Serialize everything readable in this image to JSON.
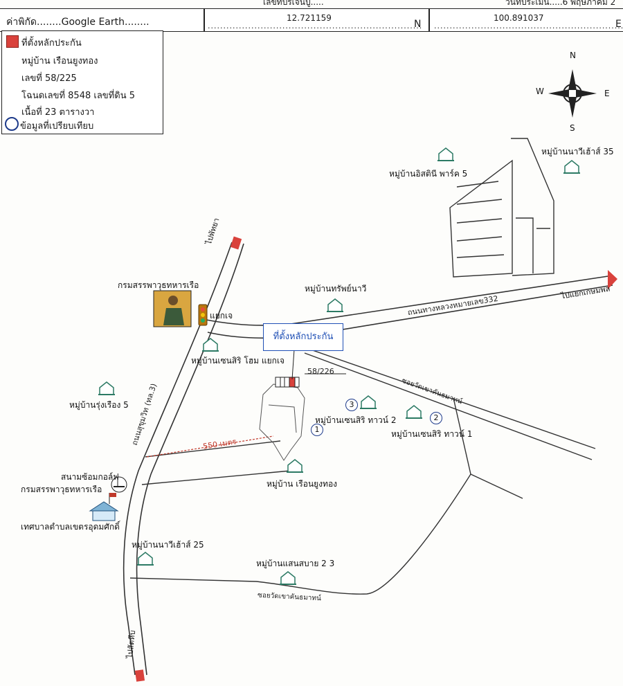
{
  "header": {
    "top_left_cut": "",
    "top_center_cut": "เลขที่ปรีเจ้นปู.....",
    "top_right_cut": "วันที่ประเมิน.....6 พฤษภาคม 2",
    "coord_label": "ค่าพิกัด........Google Earth........",
    "lat_value": "12.721159",
    "lat_suffix": "N",
    "lon_value": "100.891037",
    "lon_suffix": "E"
  },
  "legend": {
    "collateral_label": "ที่ตั้งหลักประกัน",
    "village": "หมู่บ้าน เรือนยูงทอง",
    "house_no": "เลขที่ 58/225",
    "deed": "โฉนดเลขที่ 8548 เลขที่ดิน 5",
    "area": "เนื้อที่ 23 ตารางวา",
    "comparison_label": "ข้อมูลที่เปรียบเทียบ"
  },
  "compass": {
    "n": "N",
    "s": "S",
    "e": "E",
    "w": "W"
  },
  "places": {
    "navy_ordnance": "กรมสรรพาวุธทหารเรือ",
    "yaek_je": "แยกเจ",
    "to_pattaya": "ไปพัทยา",
    "to_sattahip": "ไปสัตหีบ",
    "to_bang_phra": "ไปแยกเกษมพล",
    "road_332": "ถนนทางหลวงหมายเลข332",
    "sukhumvit": "ถนนสุขุมวิท (ทล.3)",
    "soi_khao_1": "ซอยวัดเขาคันธมาทน์",
    "soi_khao_2": "ซอยวัดเขาคันธมาทน์",
    "v_isiny": "หมู่บ้านอิสตินี พาร์ค 5",
    "v_navy35": "หมู่บ้านนาวีเฮ้าส์ 35",
    "v_sap_navy": "หมู่บ้านทรัพย์นาวี",
    "v_senasiri_home": "หมู่บ้านเซนสิริ โฮม แยกเจ",
    "v_rungruang": "หมู่บ้านรุ่งเรือง 5",
    "v_senasiri_town2": "หมู่บ้านเซนสิริ ทาวน์ 2",
    "v_senasiri_town1": "หมู่บ้านเซนสิริ ทาวน์ 1",
    "v_ruenyoong": "หมู่บ้าน เรือนยูงทอง",
    "golf": "สนามซ้อมกอล์ฟ",
    "golf2": "กรมสรรพาวุธทหารเรือ",
    "municipality": "เทศบาลตำบลเขตรอุดมศักดิ์",
    "v_navy25": "หมู่บ้านนาวีเฮ้าส์ 25",
    "v_saensabai": "หมู่บ้านแสนสบาย 2  3",
    "distance": "550 เมตร",
    "plot_no": "58/226",
    "callout": "ที่ตั้งหลักประกัน"
  },
  "markers": [
    "1",
    "2",
    "3"
  ],
  "colors": {
    "collateral": "#d9423c",
    "callout_border": "#1f4fb5",
    "dash": "#c0392b",
    "house": "#2c7a64"
  }
}
